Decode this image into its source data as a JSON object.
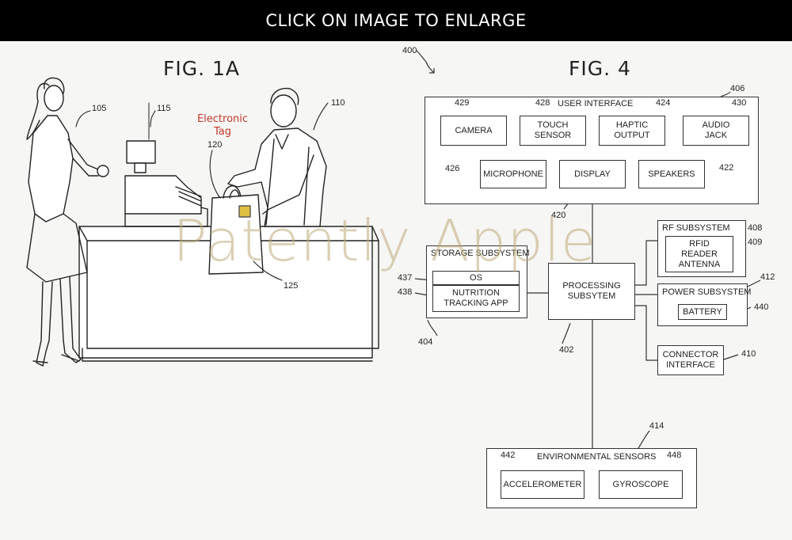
{
  "banner": {
    "text": "CLICK ON IMAGE TO ENLARGE"
  },
  "watermark": "Patently Apple",
  "fig1a": {
    "title": "FIG. 1A",
    "electronic_tag": "Electronic Tag",
    "refs": {
      "r105": "105",
      "r115": "115",
      "r110": "110",
      "r120": "120",
      "r125": "125"
    }
  },
  "fig4": {
    "title": "FIG. 4",
    "ref_400": "400",
    "user_interface": {
      "title": "USER INTERFACE",
      "ref": "406",
      "camera": {
        "label": "CAMERA",
        "ref": "429"
      },
      "touch": {
        "label": "TOUCH SENSOR",
        "ref": "428"
      },
      "haptic": {
        "label": "HAPTIC OUTPUT",
        "ref": "424"
      },
      "audio": {
        "label": "AUDIO JACK",
        "ref": "430"
      },
      "microphone": {
        "label": "MICROPHONE",
        "ref": "426"
      },
      "display": {
        "label": "DISPLAY",
        "ref": "420"
      },
      "speakers": {
        "label": "SPEAKERS",
        "ref": "422"
      }
    },
    "storage": {
      "title": "STORAGE SUBSYSTEM",
      "ref": "404",
      "os": {
        "label": "OS",
        "ref": "437"
      },
      "nutrition": {
        "label": "NUTRITION TRACKING APP",
        "ref": "438"
      }
    },
    "processing": {
      "label": "PROCESSING SUBSYTEM",
      "ref": "402"
    },
    "rf": {
      "title": "RF SUBSYSTEM",
      "ref": "408",
      "rfid": {
        "label": "RFID READER ANTENNA",
        "ref": "409"
      }
    },
    "power": {
      "title": "POWER SUBSYSTEM",
      "ref": "412",
      "battery": {
        "label": "BATTERY",
        "ref": "440"
      }
    },
    "connector": {
      "label": "CONNECTOR INTERFACE",
      "ref": "410"
    },
    "env": {
      "title": "ENVIRONMENTAL SENSORS",
      "ref": "414",
      "accelerometer": {
        "label": "ACCELEROMETER",
        "ref": "442"
      },
      "gyroscope": {
        "label": "GYROSCOPE",
        "ref": "448"
      }
    }
  },
  "colors": {
    "tag_label": "#c0392b",
    "watermark": "#bea878",
    "banner_bg": "#000000"
  }
}
